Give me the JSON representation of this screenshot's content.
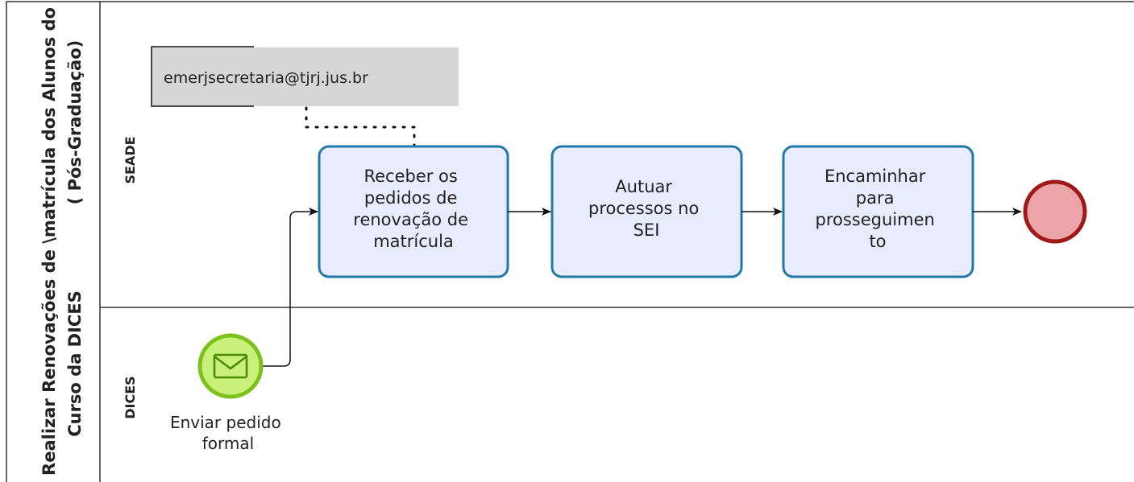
{
  "pool": {
    "title_line1": "Realizar Renovações de \\matrícula dos Alunos do",
    "title_line2": "Curso da DICES",
    "title_line2b": "( Pós-Graduação)"
  },
  "lanes": [
    {
      "label": "SEADE"
    },
    {
      "label": "DICES"
    }
  ],
  "annotation": {
    "text": "emerjsecretaria@tjrj.jus.br"
  },
  "start_event": {
    "label_line1": "Enviar pedido",
    "label_line2": "formal",
    "icon": "envelope-icon"
  },
  "tasks": [
    {
      "lines": [
        "Receber os",
        "pedidos de",
        "renovação de",
        "matrícula"
      ]
    },
    {
      "lines": [
        "Autuar",
        "processos no",
        "SEI"
      ]
    },
    {
      "lines": [
        "Encaminhar",
        "para",
        "prosseguimen",
        "to"
      ]
    }
  ],
  "colors": {
    "task_fill": "#e8ecfc",
    "task_stroke": "#1f7aa8",
    "start_fill": "#c9f07a",
    "start_stroke": "#7cc11c",
    "end_fill": "#eba4a8",
    "end_stroke": "#a01818",
    "annotation_fill": "#d6d6d6"
  }
}
